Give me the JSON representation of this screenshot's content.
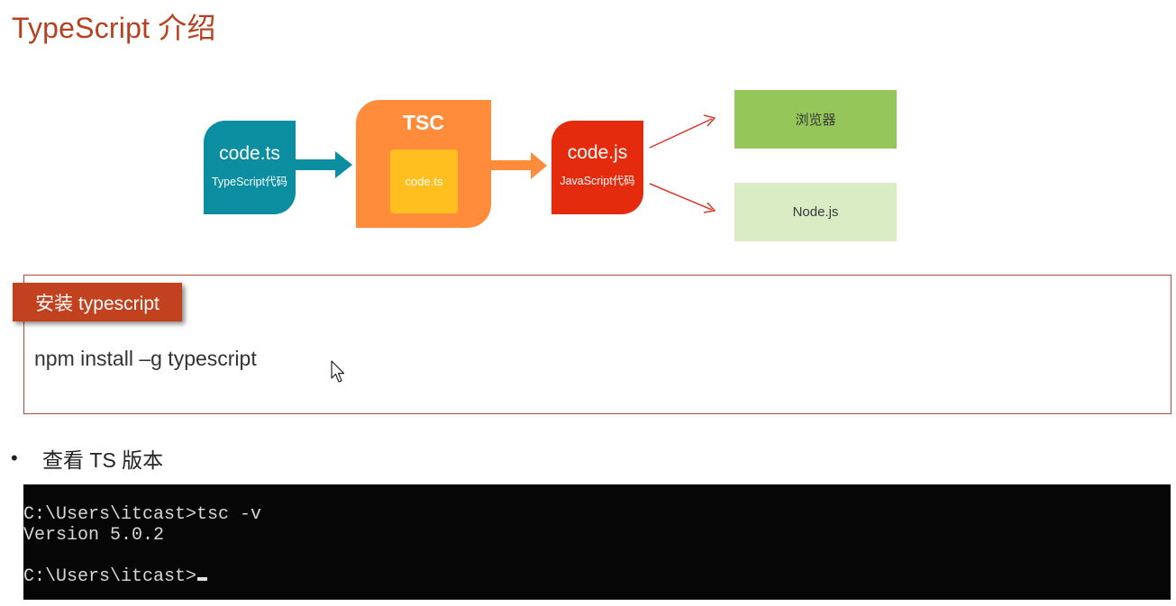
{
  "slide": {
    "title": "TypeScript 介绍"
  },
  "diagram": {
    "source": {
      "label": "code.ts",
      "sublabel": "TypeScript代码"
    },
    "compiler": {
      "label": "TSC",
      "inner_label": "code.ts"
    },
    "output": {
      "label": "code.js",
      "sublabel": "JavaScript代码"
    },
    "targets": [
      {
        "label": "浏览器"
      },
      {
        "label": "Node.js"
      }
    ],
    "colors": {
      "source": "#0a8ea0",
      "compiler": "#ff8c3a",
      "compiler_inner": "#ffbf1f",
      "output": "#e42b0d",
      "browser": "#95c659",
      "node": "#d9ecc4",
      "arrow_red": "#d8392b"
    }
  },
  "install": {
    "tag": "安装 typescript",
    "command": "npm install –g typescript"
  },
  "bullet": {
    "text": "查看 TS 版本"
  },
  "terminal": {
    "lines": [
      "C:\\Users\\itcast>tsc -v",
      "Version 5.0.2",
      "",
      "C:\\Users\\itcast>"
    ]
  }
}
